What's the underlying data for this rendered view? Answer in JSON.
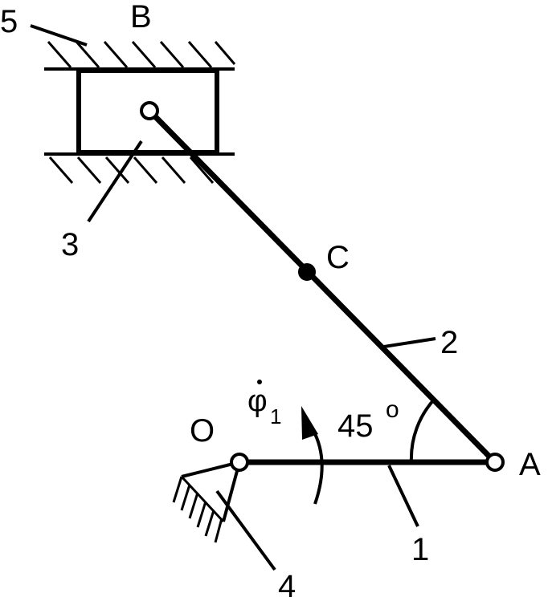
{
  "labels": {
    "point_b": "B",
    "point_c": "C",
    "point_a": "A",
    "point_o": "O",
    "link_1": "1",
    "link_2": "2",
    "link_3": "3",
    "link_4": "4",
    "link_5": "5",
    "angle": "45",
    "angle_unit": "o",
    "angular_velocity_symbol": "φ",
    "angular_velocity_subscript": "1"
  },
  "colors": {
    "ink": "#000000",
    "background": "#ffffff"
  }
}
